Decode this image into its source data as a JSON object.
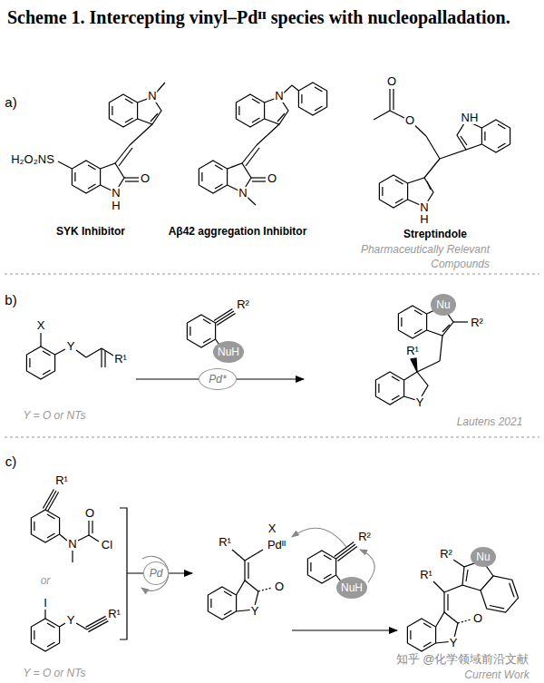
{
  "diagram": {
    "title": "Scheme 1. Intercepting vinyl–Pdᴵᴵ species with nucleopalladation.",
    "nodes": [
      {
        "text": [
          "NuH"
        ]
      },
      {
        "text": [
          "Pd*"
        ]
      },
      {
        "text": [
          "Nu"
        ]
      },
      {
        "text": [
          "Pd"
        ]
      },
      {
        "text": [
          "NuH"
        ]
      },
      {
        "text": [
          "Nu"
        ]
      }
    ],
    "labels": [
      "a)",
      "H₂O₂NS",
      "N",
      "N",
      "H",
      "O",
      "SYK Inhibitor",
      "N",
      "N",
      "O",
      "Aβ42 aggregation Inhibitor",
      "O",
      "O",
      "NH",
      "N",
      "H",
      "Streptindole",
      "Pharmaceutically Relevant Compounds",
      "b)",
      "X",
      "Y",
      "R¹",
      "Y = O or NTs",
      "R²",
      "R²",
      "R¹",
      "Y",
      "Lautens 2021",
      "c)",
      "R¹",
      "N",
      "O",
      "Cl",
      "or",
      "I",
      "Y",
      "R¹",
      "Y = O or NTs",
      "X",
      "Pdᴵᴵ",
      "R¹",
      "Y",
      "O",
      "R²",
      "R¹",
      "R²",
      "O",
      "Y",
      "Current Work",
      "知乎 @化学领域前沿文献"
    ]
  }
}
